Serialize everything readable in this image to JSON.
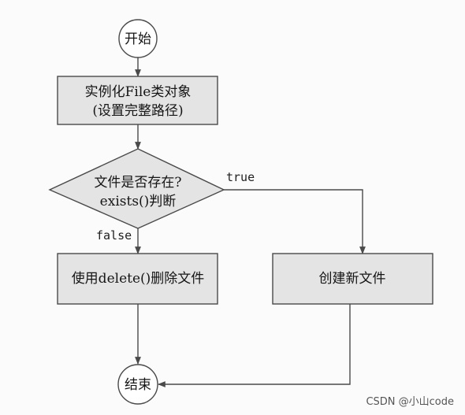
{
  "flowchart": {
    "start": {
      "label": "开始"
    },
    "instantiate": {
      "line1": "实例化File类对象",
      "line2": "(设置完整路径)"
    },
    "decision": {
      "line1": "文件是否存在?",
      "line2": "exists()判断"
    },
    "branch_true": {
      "label": "true"
    },
    "branch_false": {
      "label": "false"
    },
    "delete_file": {
      "label": "使用delete()删除文件"
    },
    "create_file": {
      "label": "创建新文件"
    },
    "end": {
      "label": "结束"
    }
  },
  "watermark": {
    "text": "CSDN @小山code"
  },
  "colors": {
    "box_fill": "#e4e4e4",
    "circle_fill": "#ffffff",
    "stroke": "#4a4a4a",
    "background": "#fbfbfb"
  }
}
